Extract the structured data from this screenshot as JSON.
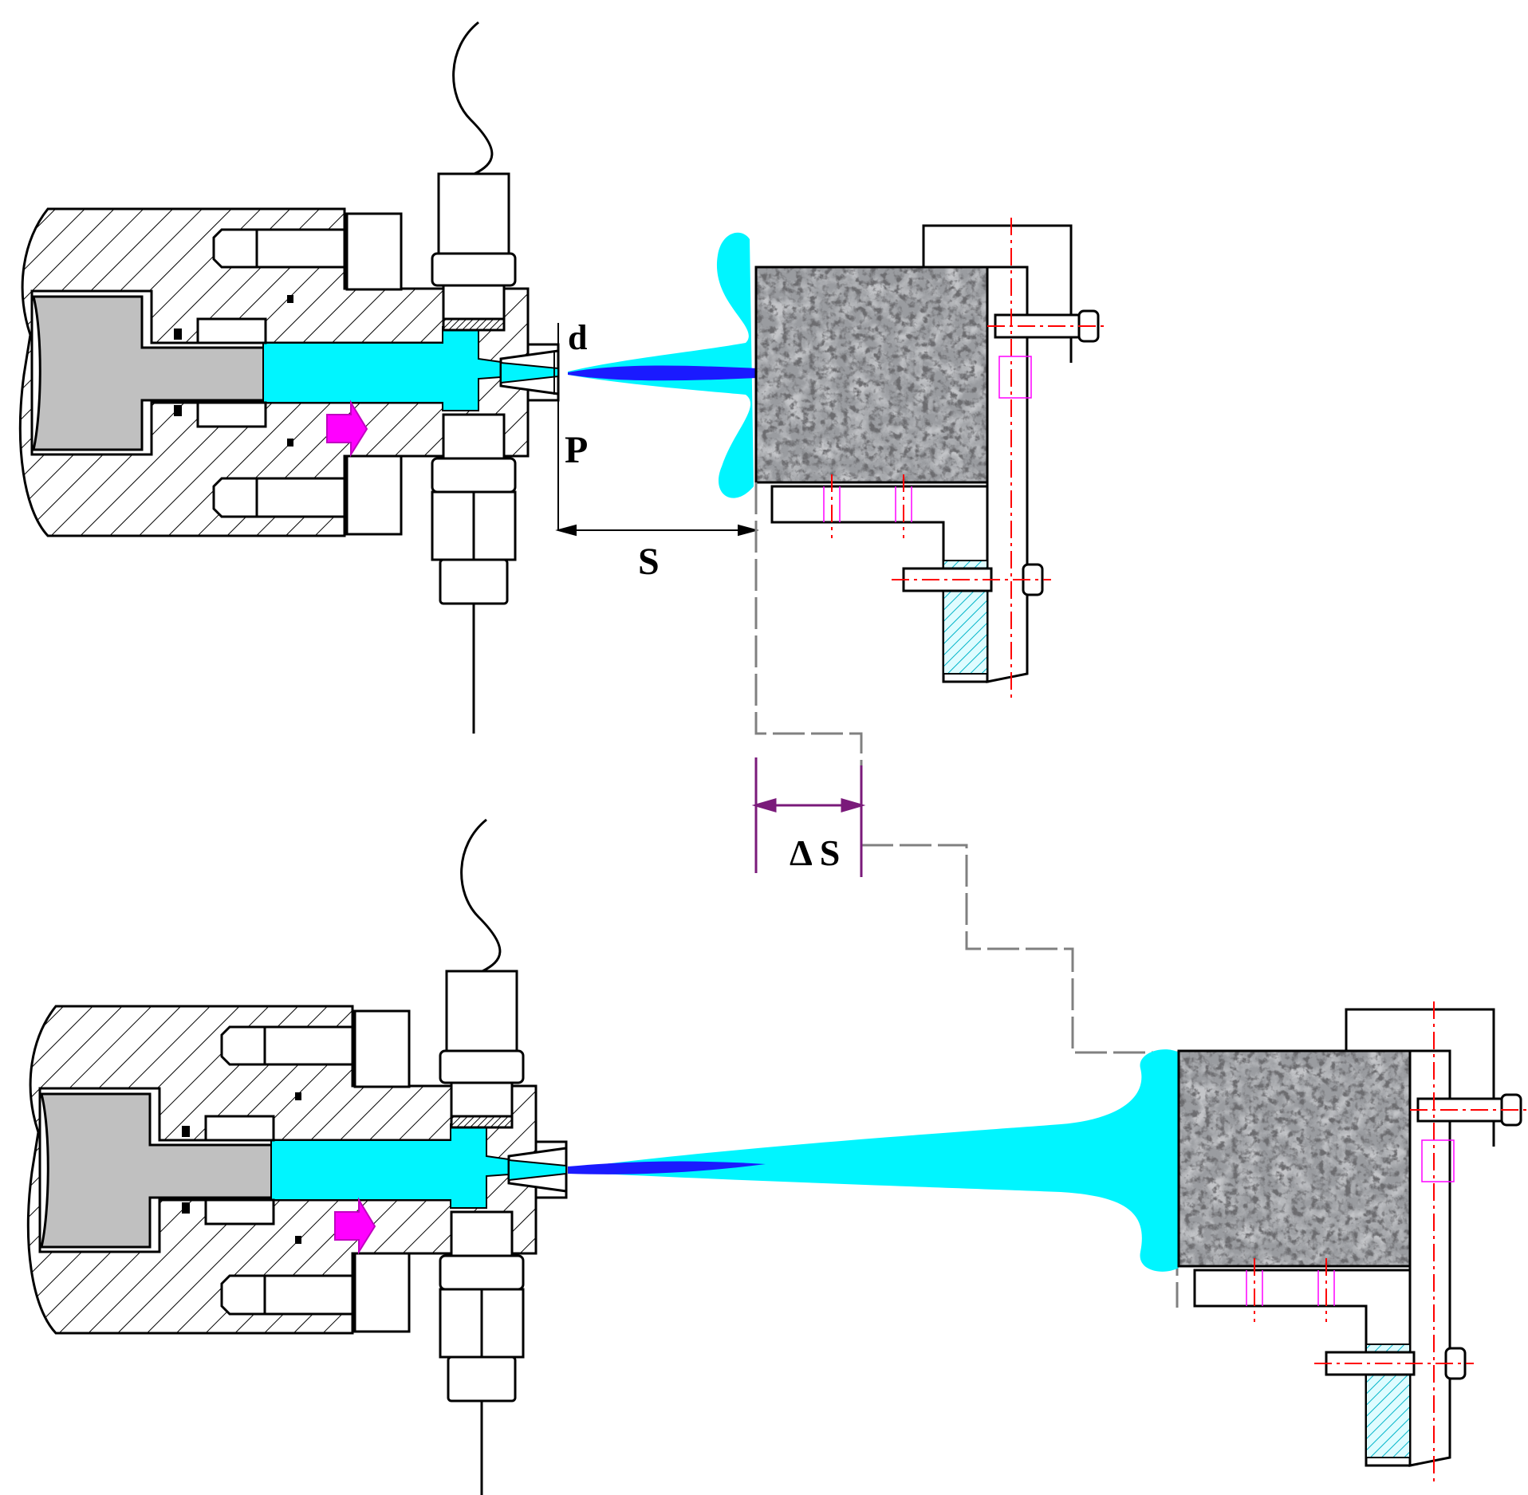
{
  "labels": {
    "nozzle_diameter": "d",
    "pressure": "P",
    "standoff": "S",
    "delta_standoff": "Δ S"
  },
  "colors": {
    "water": "#00f5ff",
    "jet_core": "#1a1aff",
    "flow_arrow": "#ff00ff",
    "piston": "#c0c0c0",
    "hatch_insert": "#00c8c8",
    "centerline": "#ff0000",
    "delta_dimension": "#7a1a7a",
    "rock": "#8a8c90"
  }
}
